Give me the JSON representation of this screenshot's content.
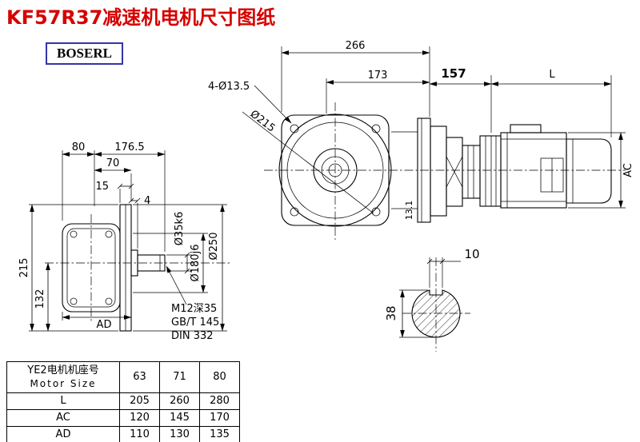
{
  "page": {
    "title": "KF57R37减速机电机尺寸图纸",
    "logo": "BOSERL"
  },
  "drawing": {
    "front": {
      "dim266": "266",
      "dim173": "173",
      "bolt_note": "4-Ø13.5",
      "dia215": "Ø215",
      "dim131": "13.1"
    },
    "motor": {
      "dim157": "157",
      "dimL": "L",
      "dimAC": "AC"
    },
    "left": {
      "dim80": "80",
      "dim176_5": "176.5",
      "dim70": "70",
      "dim15": "15",
      "dim4": "4",
      "dim215": "215",
      "dim132": "132",
      "dimAD": "AD",
      "dia35": "Ø35k6",
      "dia180": "Ø180j6",
      "dia250": "Ø250",
      "note_m12": "M12深35",
      "note_gbt": "GB/T 145",
      "note_din": "DIN 332"
    },
    "shaft": {
      "dim10": "10",
      "dim38": "38"
    }
  },
  "table": {
    "header_cn": "YE2电机机座号",
    "header_en": "Motor Size",
    "sizes": [
      "63",
      "71",
      "80"
    ],
    "rows": [
      {
        "label": "L",
        "values": [
          "205",
          "260",
          "280"
        ]
      },
      {
        "label": "AC",
        "values": [
          "120",
          "145",
          "170"
        ]
      },
      {
        "label": "AD",
        "values": [
          "110",
          "130",
          "135"
        ]
      }
    ]
  }
}
